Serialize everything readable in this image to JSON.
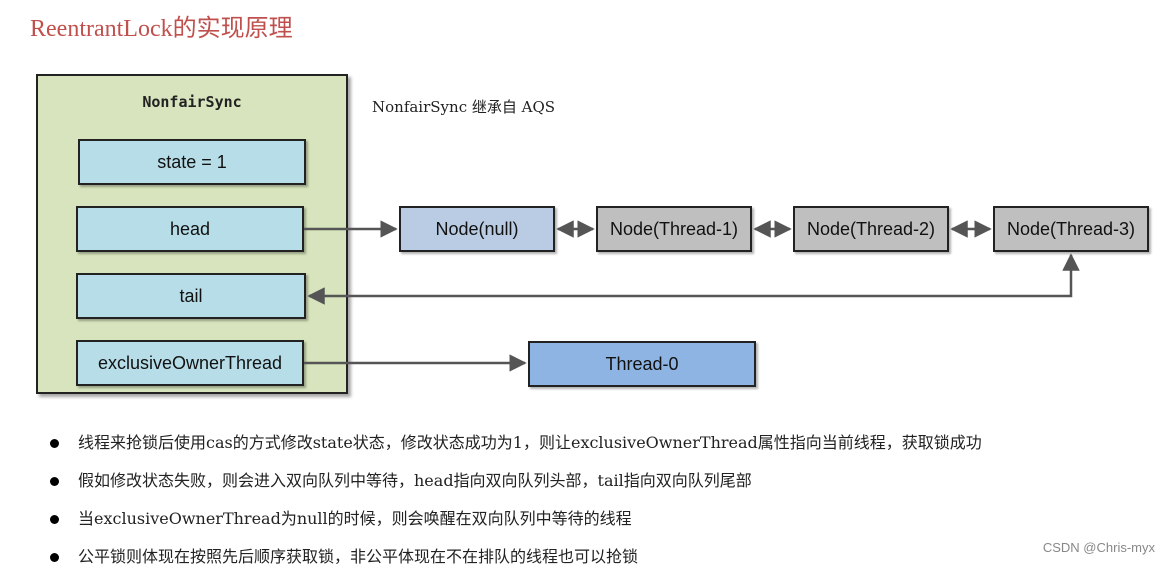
{
  "title": "ReentrantLock的实现原理",
  "subtitle": "NonfairSync 继承自 AQS",
  "container": {
    "label": "NonfairSync",
    "fields": {
      "state": "state = 1",
      "head": "head",
      "tail": "tail",
      "owner": "exclusiveOwnerThread"
    }
  },
  "queue": {
    "nodes": [
      "Node(null)",
      "Node(Thread-1)",
      "Node(Thread-2)",
      "Node(Thread-3)"
    ]
  },
  "owner_thread": "Thread-0",
  "bullets": [
    "线程来抢锁后使用cas的方式修改state状态，修改状态成功为1，则让exclusiveOwnerThread属性指向当前线程，获取锁成功",
    "假如修改状态失败，则会进入双向队列中等待，head指向双向队列头部，tail指向双向队列尾部",
    "当exclusiveOwnerThread为null的时候，则会唤醒在双向队列中等待的线程",
    "公平锁则体现在按照先后顺序获取锁，非公平体现在不在排队的线程也可以抢锁"
  ],
  "watermark": "CSDN @Chris-myx",
  "colors": {
    "title": "#c0504d",
    "container_bg": "#d7e4bd",
    "field_bg": "#b7dee8",
    "node_null_bg": "#b9cce4",
    "node_thread_bg": "#bfbfbf",
    "owner_thread_bg": "#8eb4e3",
    "arrow": "#555555"
  }
}
